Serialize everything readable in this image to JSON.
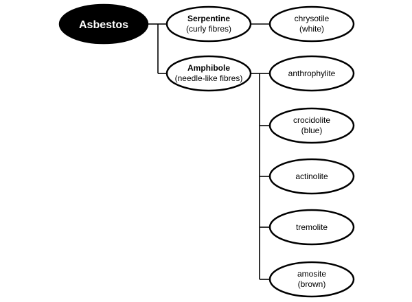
{
  "root": {
    "label": "Asbestos"
  },
  "groups": [
    {
      "name": "Serpentine",
      "description": "(curly fibres)"
    },
    {
      "name": "Amphibole",
      "description": "(needle-like fibres)"
    }
  ],
  "minerals": [
    {
      "line1": "chrysotile",
      "line2": "(white)"
    },
    {
      "line1": "anthrophylite",
      "line2": ""
    },
    {
      "line1": "crocidolite",
      "line2": "(blue)"
    },
    {
      "line1": "actinolite",
      "line2": ""
    },
    {
      "line1": "tremolite",
      "line2": ""
    },
    {
      "line1": "amosite",
      "line2": "(brown)"
    }
  ]
}
